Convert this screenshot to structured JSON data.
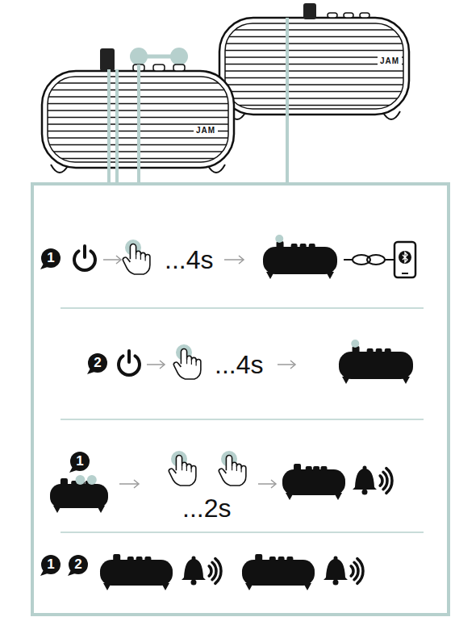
{
  "diagram": {
    "nodes": [
      {
        "text": [
          "1"
        ]
      },
      {
        "text": [
          "2"
        ]
      },
      {
        "text": [
          "1"
        ]
      },
      {
        "text": [
          "1"
        ]
      },
      {
        "text": [
          "2"
        ]
      }
    ],
    "labels": [
      "JAM",
      "JAM",
      "...4s",
      "...4s",
      "...2s"
    ]
  }
}
